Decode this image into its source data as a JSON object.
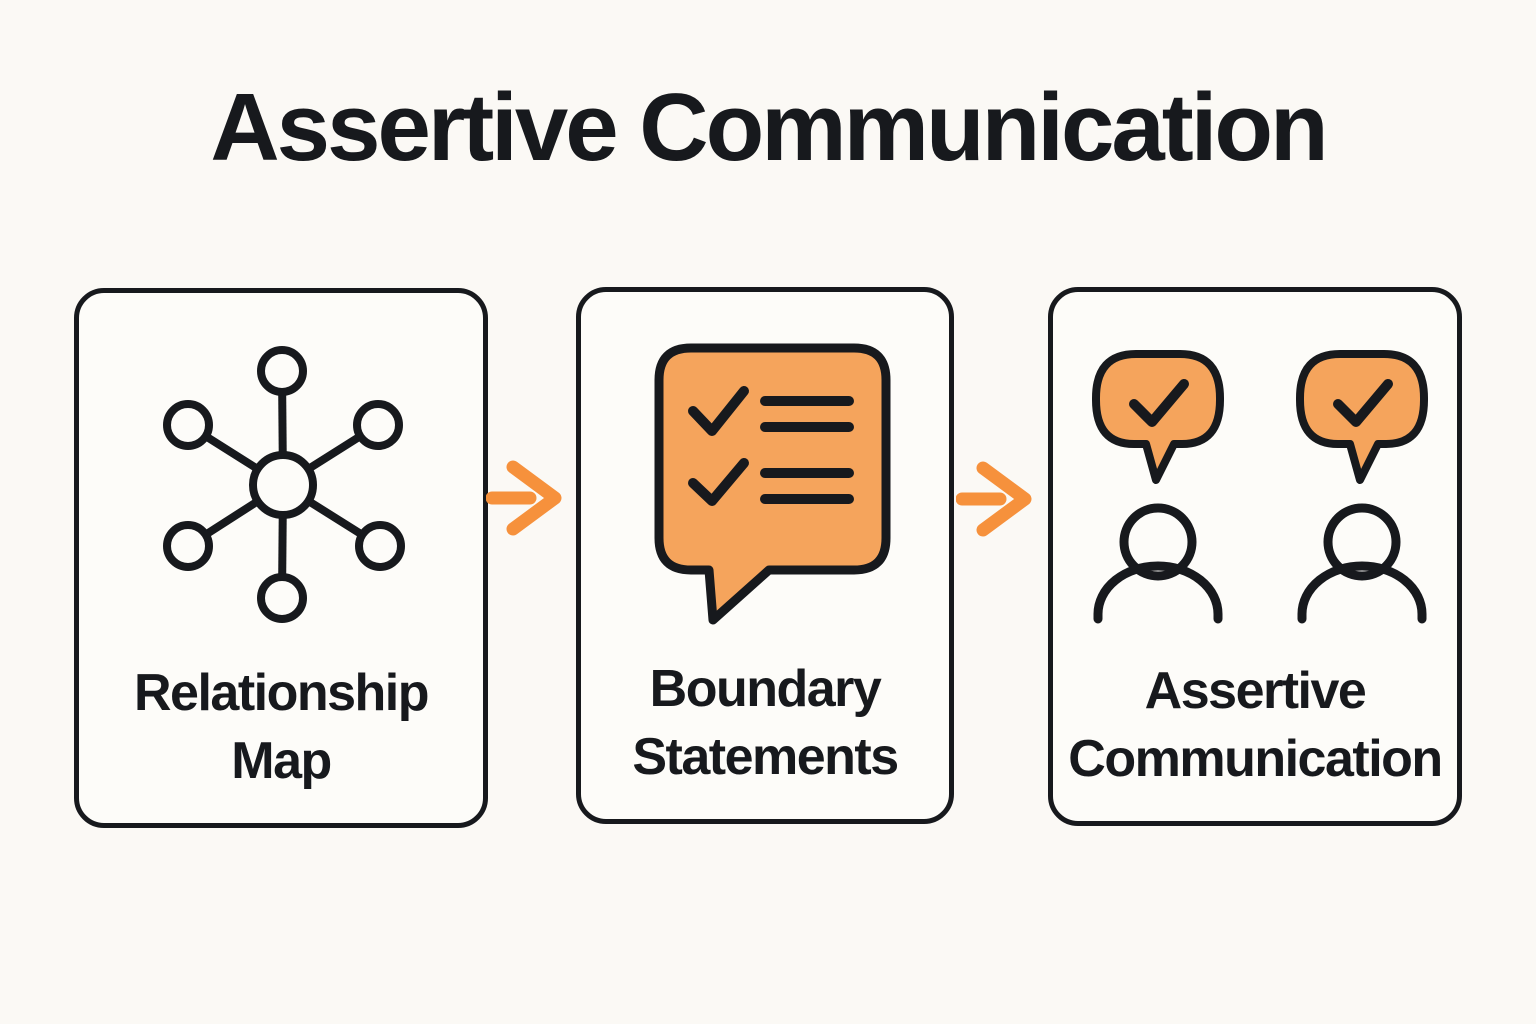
{
  "title": "Assertive Communication",
  "colors": {
    "ink": "#17191D",
    "orange_fill": "#F5A45C",
    "arrow_orange": "#F6913C",
    "background": "#FBF9F5"
  },
  "cards": [
    {
      "id": "relationship-map",
      "icon": "network-map-icon",
      "label_line1": "Relationship",
      "label_line2": "Map"
    },
    {
      "id": "boundary-statements",
      "icon": "speech-bubble-checklist-icon",
      "label_line1": "Boundary",
      "label_line2": "Statements"
    },
    {
      "id": "assertive-communication",
      "icon": "two-people-speech-check-icon",
      "label_line1": "Assertive",
      "label_line2": "Communication"
    }
  ],
  "arrows": [
    {
      "id": "arrow-1",
      "icon": "right-arrow-icon"
    },
    {
      "id": "arrow-2",
      "icon": "right-arrow-icon"
    }
  ]
}
